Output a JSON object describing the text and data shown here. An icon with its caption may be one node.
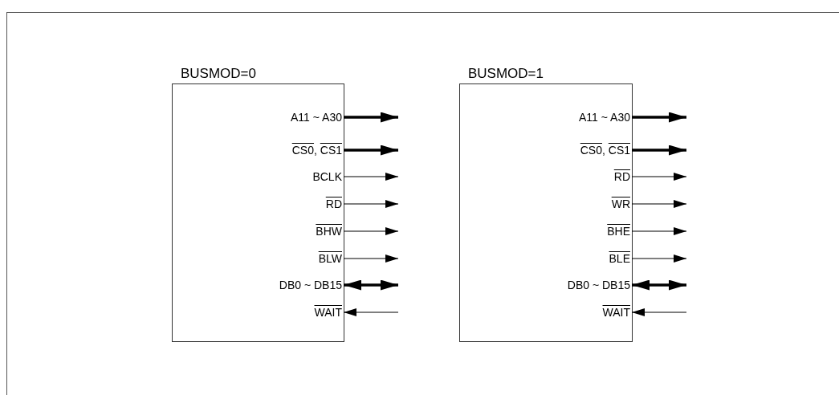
{
  "diagram": {
    "nodes": [
      {
        "text": [
          "BUSMOD=0"
        ]
      },
      {
        "text": [
          "A11 ~ A30"
        ],
        "in": 0
      },
      {
        "text": [
          "CS0, CS1"
        ],
        "in": 0
      },
      {
        "text": [
          "BCLK"
        ],
        "in": 0
      },
      {
        "text": [
          "RD"
        ],
        "in": 0
      },
      {
        "text": [
          "BHW"
        ],
        "in": 0
      },
      {
        "text": [
          "BLW"
        ],
        "in": 0
      },
      {
        "text": [
          "DB0 ~ DB15"
        ],
        "in": 0
      },
      {
        "text": [
          "WAIT"
        ],
        "in": 0
      },
      {
        "text": [
          "BUSMOD=1"
        ]
      },
      {
        "text": [
          "A11 ~ A30"
        ],
        "in": 9
      },
      {
        "text": [
          "CS0, CS1"
        ],
        "in": 9
      },
      {
        "text": [
          "RD"
        ],
        "in": 9
      },
      {
        "text": [
          "WR"
        ],
        "in": 9
      },
      {
        "text": [
          "BHE"
        ],
        "in": 9
      },
      {
        "text": [
          "BLE"
        ],
        "in": 9
      },
      {
        "text": [
          "DB0 ~ DB15"
        ],
        "in": 9
      },
      {
        "text": [
          "WAIT"
        ],
        "in": 9
      }
    ],
    "edges": [
      {
        "from": 1,
        "to": null,
        "arrow": "to",
        "style": "thick"
      },
      {
        "from": 2,
        "to": null,
        "arrow": "to",
        "style": "thick"
      },
      {
        "from": 3,
        "to": null,
        "arrow": "to"
      },
      {
        "from": 4,
        "to": null,
        "arrow": "to"
      },
      {
        "from": 5,
        "to": null,
        "arrow": "to"
      },
      {
        "from": 6,
        "to": null,
        "arrow": "to"
      },
      {
        "from": 7,
        "to": null,
        "arrow": "both",
        "style": "thick"
      },
      {
        "from": null,
        "to": 8,
        "arrow": "to"
      },
      {
        "from": 10,
        "to": null,
        "arrow": "to",
        "style": "thick"
      },
      {
        "from": 11,
        "to": null,
        "arrow": "to",
        "style": "thick"
      },
      {
        "from": 12,
        "to": null,
        "arrow": "to"
      },
      {
        "from": 13,
        "to": null,
        "arrow": "to"
      },
      {
        "from": 14,
        "to": null,
        "arrow": "to"
      },
      {
        "from": 15,
        "to": null,
        "arrow": "to"
      },
      {
        "from": 16,
        "to": null,
        "arrow": "both",
        "style": "thick"
      },
      {
        "from": null,
        "to": 17,
        "arrow": "to"
      }
    ]
  }
}
